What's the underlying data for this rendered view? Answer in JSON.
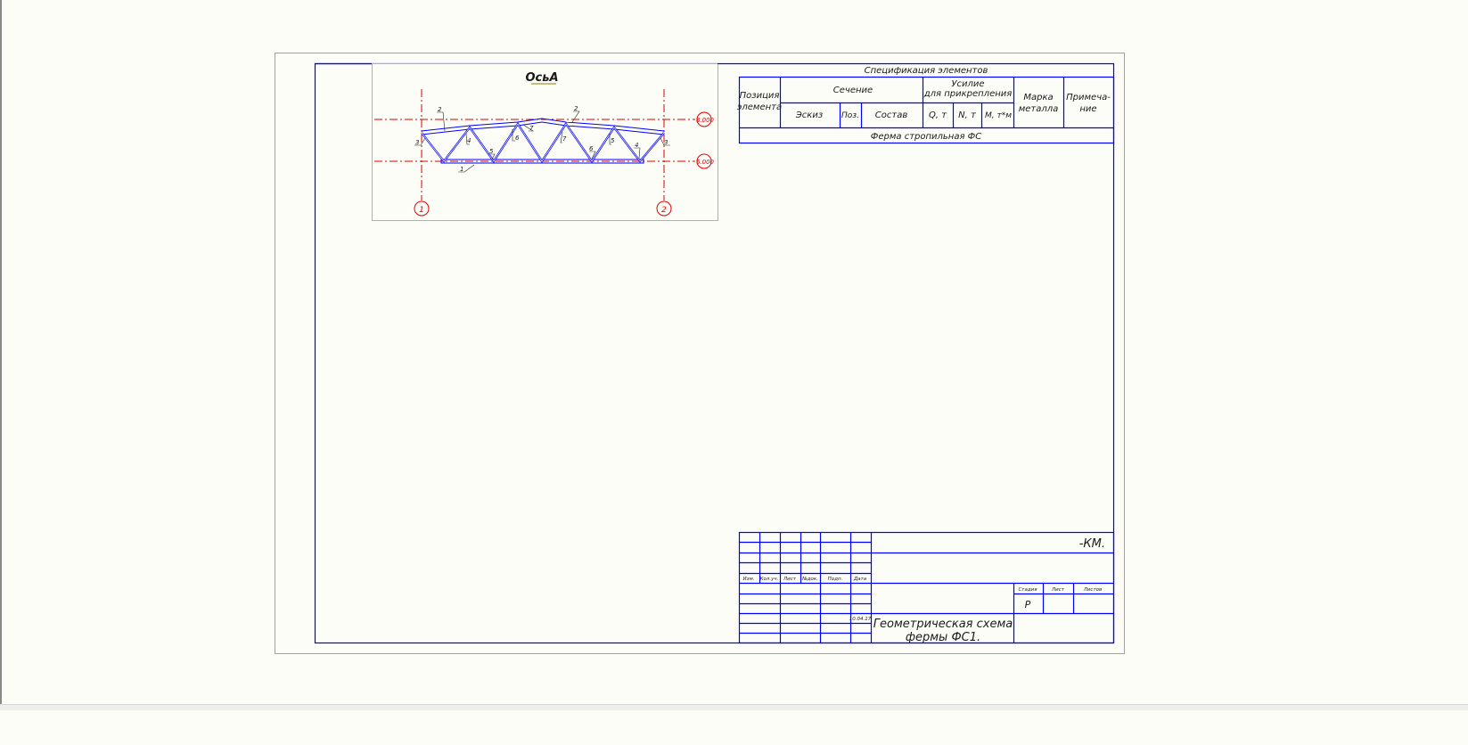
{
  "colors": {
    "frame": "#0000ff",
    "axis": "#e00000",
    "sheet_border": "#a0a0a0",
    "background": "#fdfdf8"
  },
  "view": {
    "title": "ОсьА",
    "axes": [
      {
        "label": "1"
      },
      {
        "label": "2"
      }
    ],
    "levels": [
      {
        "label": "8.000"
      },
      {
        "label": "6.000"
      }
    ],
    "member_marks": [
      "2",
      "2",
      "3",
      "3",
      "4",
      "4",
      "5",
      "5",
      "6",
      "6",
      "7",
      "7",
      "1"
    ]
  },
  "spec": {
    "title": "Спецификация элементов",
    "headers": {
      "position": [
        "Позиция",
        "элемента"
      ],
      "section": "Сечение",
      "sketch": "Эскиз",
      "pos": "Поз.",
      "composition": "Состав",
      "force": [
        "Усилие",
        "для прикрепления"
      ],
      "q": "Q, т",
      "n": "N, т",
      "m": "М, т*м",
      "steel": [
        "Марка",
        "металла"
      ],
      "note": [
        "Примеча-",
        "ние"
      ]
    },
    "group_row": "Ферма стропильная ФС"
  },
  "title_block": {
    "code": "-КМ.",
    "col_labels": [
      "Изм.",
      "Кол.уч.",
      "Лист",
      "№док.",
      "Подп.",
      "Дата"
    ],
    "date": "10.04.17",
    "stage_labels": [
      "Стадия",
      "Лист",
      "Листов"
    ],
    "stage": "Р",
    "drawing_title": [
      "Геометрическая схема",
      "фермы ФС1."
    ]
  }
}
